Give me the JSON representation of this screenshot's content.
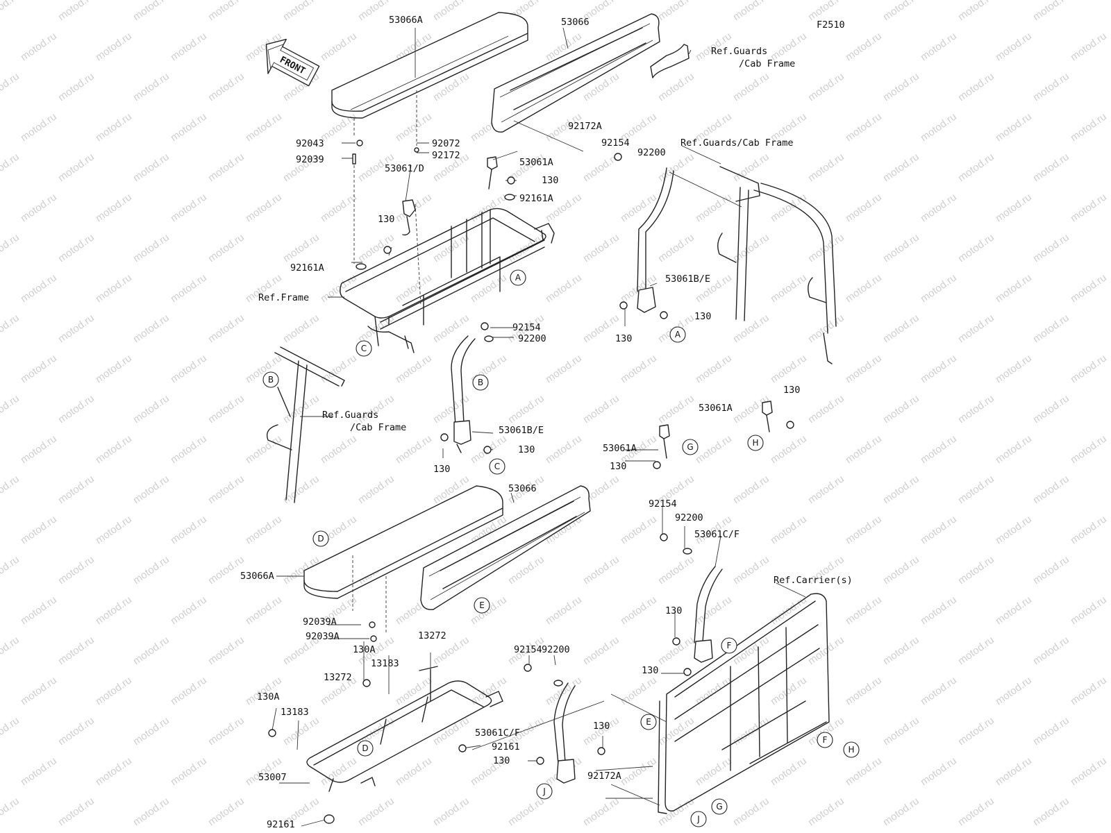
{
  "figure_code": "F2510",
  "front_label": "FRONT",
  "watermark": "motod.ru",
  "callouts": [
    "A",
    "B",
    "C",
    "D",
    "E",
    "F",
    "G",
    "H",
    "J"
  ],
  "labels": {
    "top_seat_53066A": "53066A",
    "top_back_53066": "53066",
    "ref_guards_cab_1a": "Ref.Guards",
    "ref_guards_cab_1b": "/Cab Frame",
    "p92043": "92043",
    "p92039": "92039",
    "p92072": "92072",
    "p92172": "92172",
    "p92172A_top": "92172A",
    "p53061D": "53061/D",
    "p53061A_top": "53061A",
    "p130_top1": "130",
    "p92161A_top": "92161A",
    "p130_left": "130",
    "p92161A_left": "92161A",
    "ref_frame": "Ref.Frame",
    "p92154_top": "92154",
    "p92200_top": "92200",
    "ref_guards_cab_2": "Ref.Guards/Cab Frame",
    "p53061BE_right": "53061B/E",
    "p130_right1": "130",
    "p130_right2": "130",
    "p92154_mid": "92154",
    "p92200_mid": "92200",
    "p53061BE_mid": "53061B/E",
    "p130_mid1": "130",
    "p130_mid2": "130",
    "ref_guards_cab_3a": "Ref.Guards",
    "ref_guards_cab_3b": "/Cab Frame",
    "p53061A_r2": "53061A",
    "p130_r2": "130",
    "p53061A_mid": "53061A",
    "p130_mid3": "130",
    "p53066_bottom": "53066",
    "p53066A_bottom": "53066A",
    "p92154_b1": "92154",
    "p92200_b1": "92200",
    "p53061CF_b1": "53061C/F",
    "ref_carriers": "Ref.Carrier(s)",
    "p130_b1": "130",
    "p130_b2": "130",
    "p92039A_1": "92039A",
    "p92039A_2": "92039A",
    "p13272_a": "13272",
    "p130A_a": "130A",
    "p13183_a": "13183",
    "p13272_b": "13272",
    "p130A_b": "130A",
    "p13183_b": "13183",
    "p92154_b2": "92154",
    "p92200_b2": "92200",
    "p53061CF_b2": "53061C/F",
    "p130_b3": "130",
    "p92161_b1": "92161",
    "p130_b4": "130",
    "p92172A_b": "92172A",
    "p53007": "53007",
    "p92161_b2": "92161"
  }
}
